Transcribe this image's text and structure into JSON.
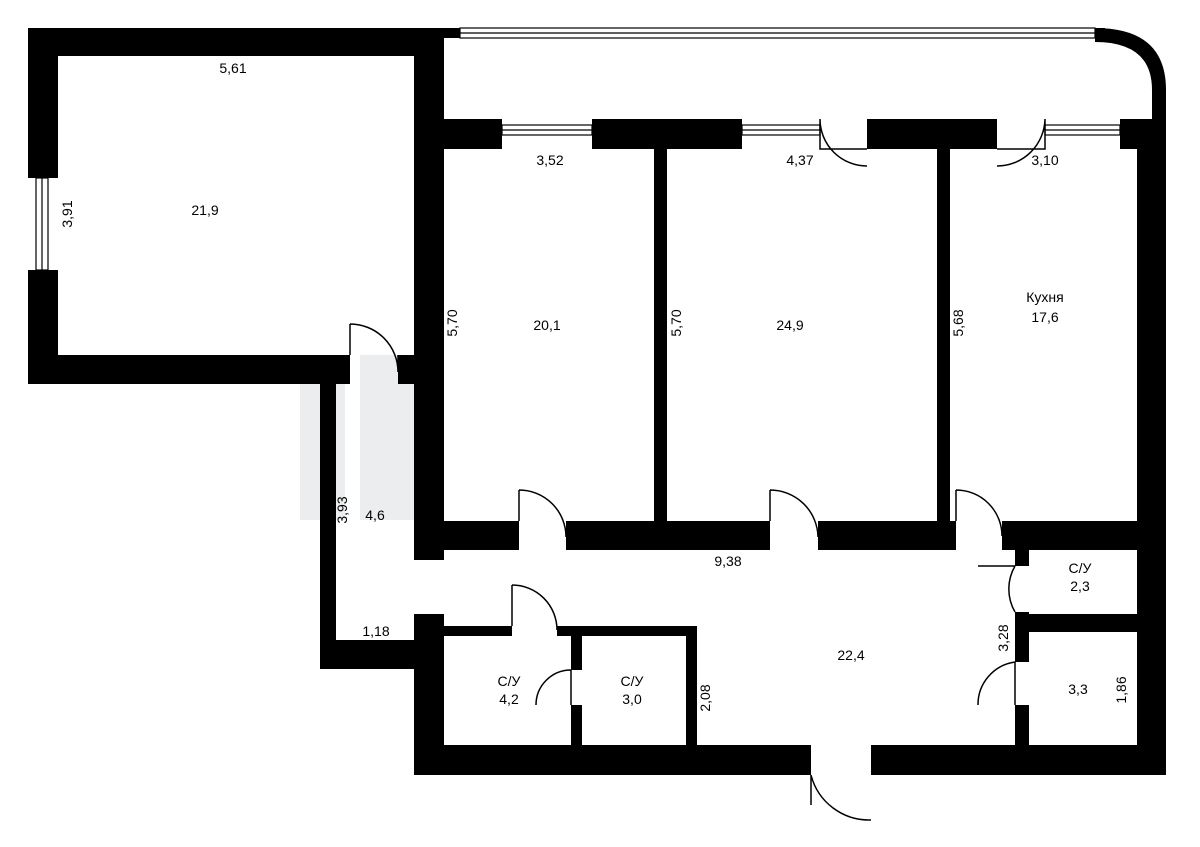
{
  "rooms": [
    {
      "id": "room1",
      "area": "21,9"
    },
    {
      "id": "room2",
      "area": "20,1"
    },
    {
      "id": "room3",
      "area": "24,9"
    },
    {
      "id": "kitchen",
      "label": "Кухня",
      "area": "17,6"
    },
    {
      "id": "corridor-small",
      "area": "4,6"
    },
    {
      "id": "hall",
      "area": "22,4"
    },
    {
      "id": "wc1",
      "label": "С/У",
      "area": "2,3"
    },
    {
      "id": "storage",
      "area": "3,3"
    },
    {
      "id": "wc2",
      "label": "С/У",
      "area": "4,2"
    },
    {
      "id": "wc3",
      "label": "С/У",
      "area": "3,0"
    }
  ],
  "dimensions": {
    "d_561": "5,61",
    "d_391": "3,91",
    "d_352": "3,52",
    "d_437": "4,37",
    "d_310": "3,10",
    "d_570a": "5,70",
    "d_570b": "5,70",
    "d_568": "5,68",
    "d_393": "3,93",
    "d_118": "1,18",
    "d_938": "9,38",
    "d_328": "3,28",
    "d_208": "2,08",
    "d_186": "1,86"
  }
}
